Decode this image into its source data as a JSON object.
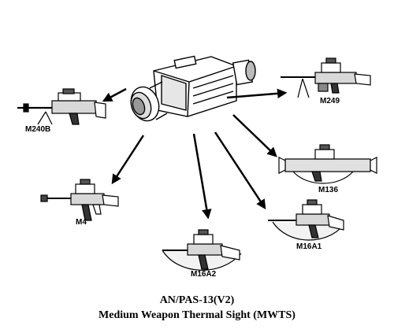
{
  "caption": {
    "line1": "AN/PAS-13(V2)",
    "line2": "Medium Weapon Thermal Sight (MWTS)"
  },
  "center_device": {
    "icon": "thermal-sight-icon"
  },
  "weapons": [
    {
      "id": "m240b",
      "label": "M240B",
      "icon": "m240b-machine-gun-icon"
    },
    {
      "id": "m249",
      "label": "M249",
      "icon": "m249-saw-icon"
    },
    {
      "id": "m136",
      "label": "M136",
      "icon": "m136-launcher-icon"
    },
    {
      "id": "m4",
      "label": "M4",
      "icon": "m4-carbine-icon"
    },
    {
      "id": "m16a2",
      "label": "M16A2",
      "icon": "m16a2-rifle-icon"
    },
    {
      "id": "m16a1",
      "label": "M16A1",
      "icon": "m16a1-rifle-icon"
    }
  ]
}
